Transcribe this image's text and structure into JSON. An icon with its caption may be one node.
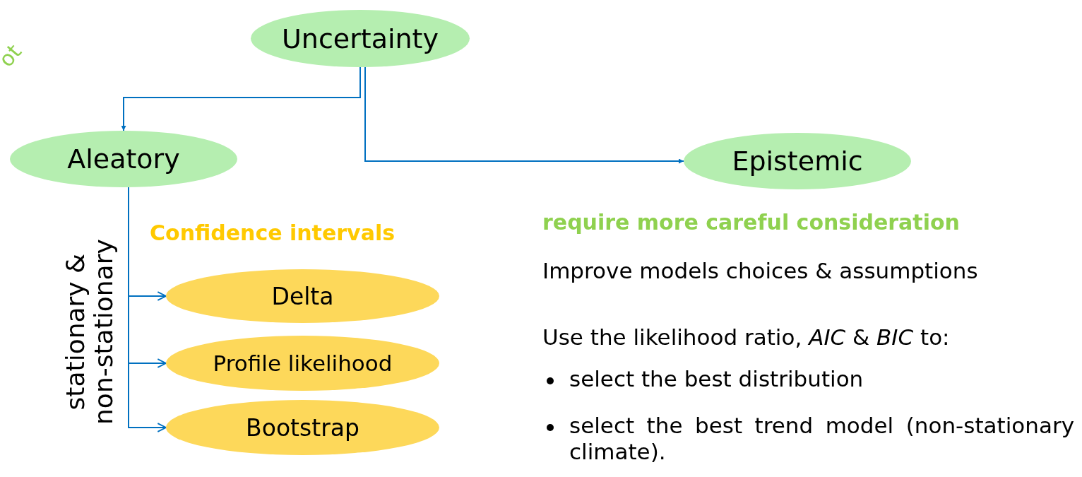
{
  "diagram": {
    "nodes": [
      {
        "text": [
          "Uncertainty"
        ]
      },
      {
        "text": [
          "Aleatory"
        ]
      },
      {
        "text": [
          "Epistemic"
        ]
      },
      {
        "text": [
          "Delta"
        ]
      },
      {
        "text": [
          "Profile likelihood"
        ]
      },
      {
        "text": [
          "Bootstrap"
        ]
      }
    ],
    "edges": [
      {
        "from": 0,
        "to": 1,
        "arrow": "to"
      },
      {
        "from": 0,
        "to": 2,
        "arrow": "to"
      },
      {
        "from": 1,
        "to": 3,
        "arrow": "to"
      },
      {
        "from": 1,
        "to": 4,
        "arrow": "to"
      },
      {
        "from": 1,
        "to": 5,
        "arrow": "to"
      }
    ],
    "labels": [
      "ot",
      "stationary & non-stationary",
      "Confidence intervals",
      "require more careful consideration",
      "Improve models choices & assumptions",
      "Use the likelihood ratio, *AIC* & *BIC* to:",
      "select the best distribution",
      "select the best trend model (non-stationary climate)."
    ]
  }
}
